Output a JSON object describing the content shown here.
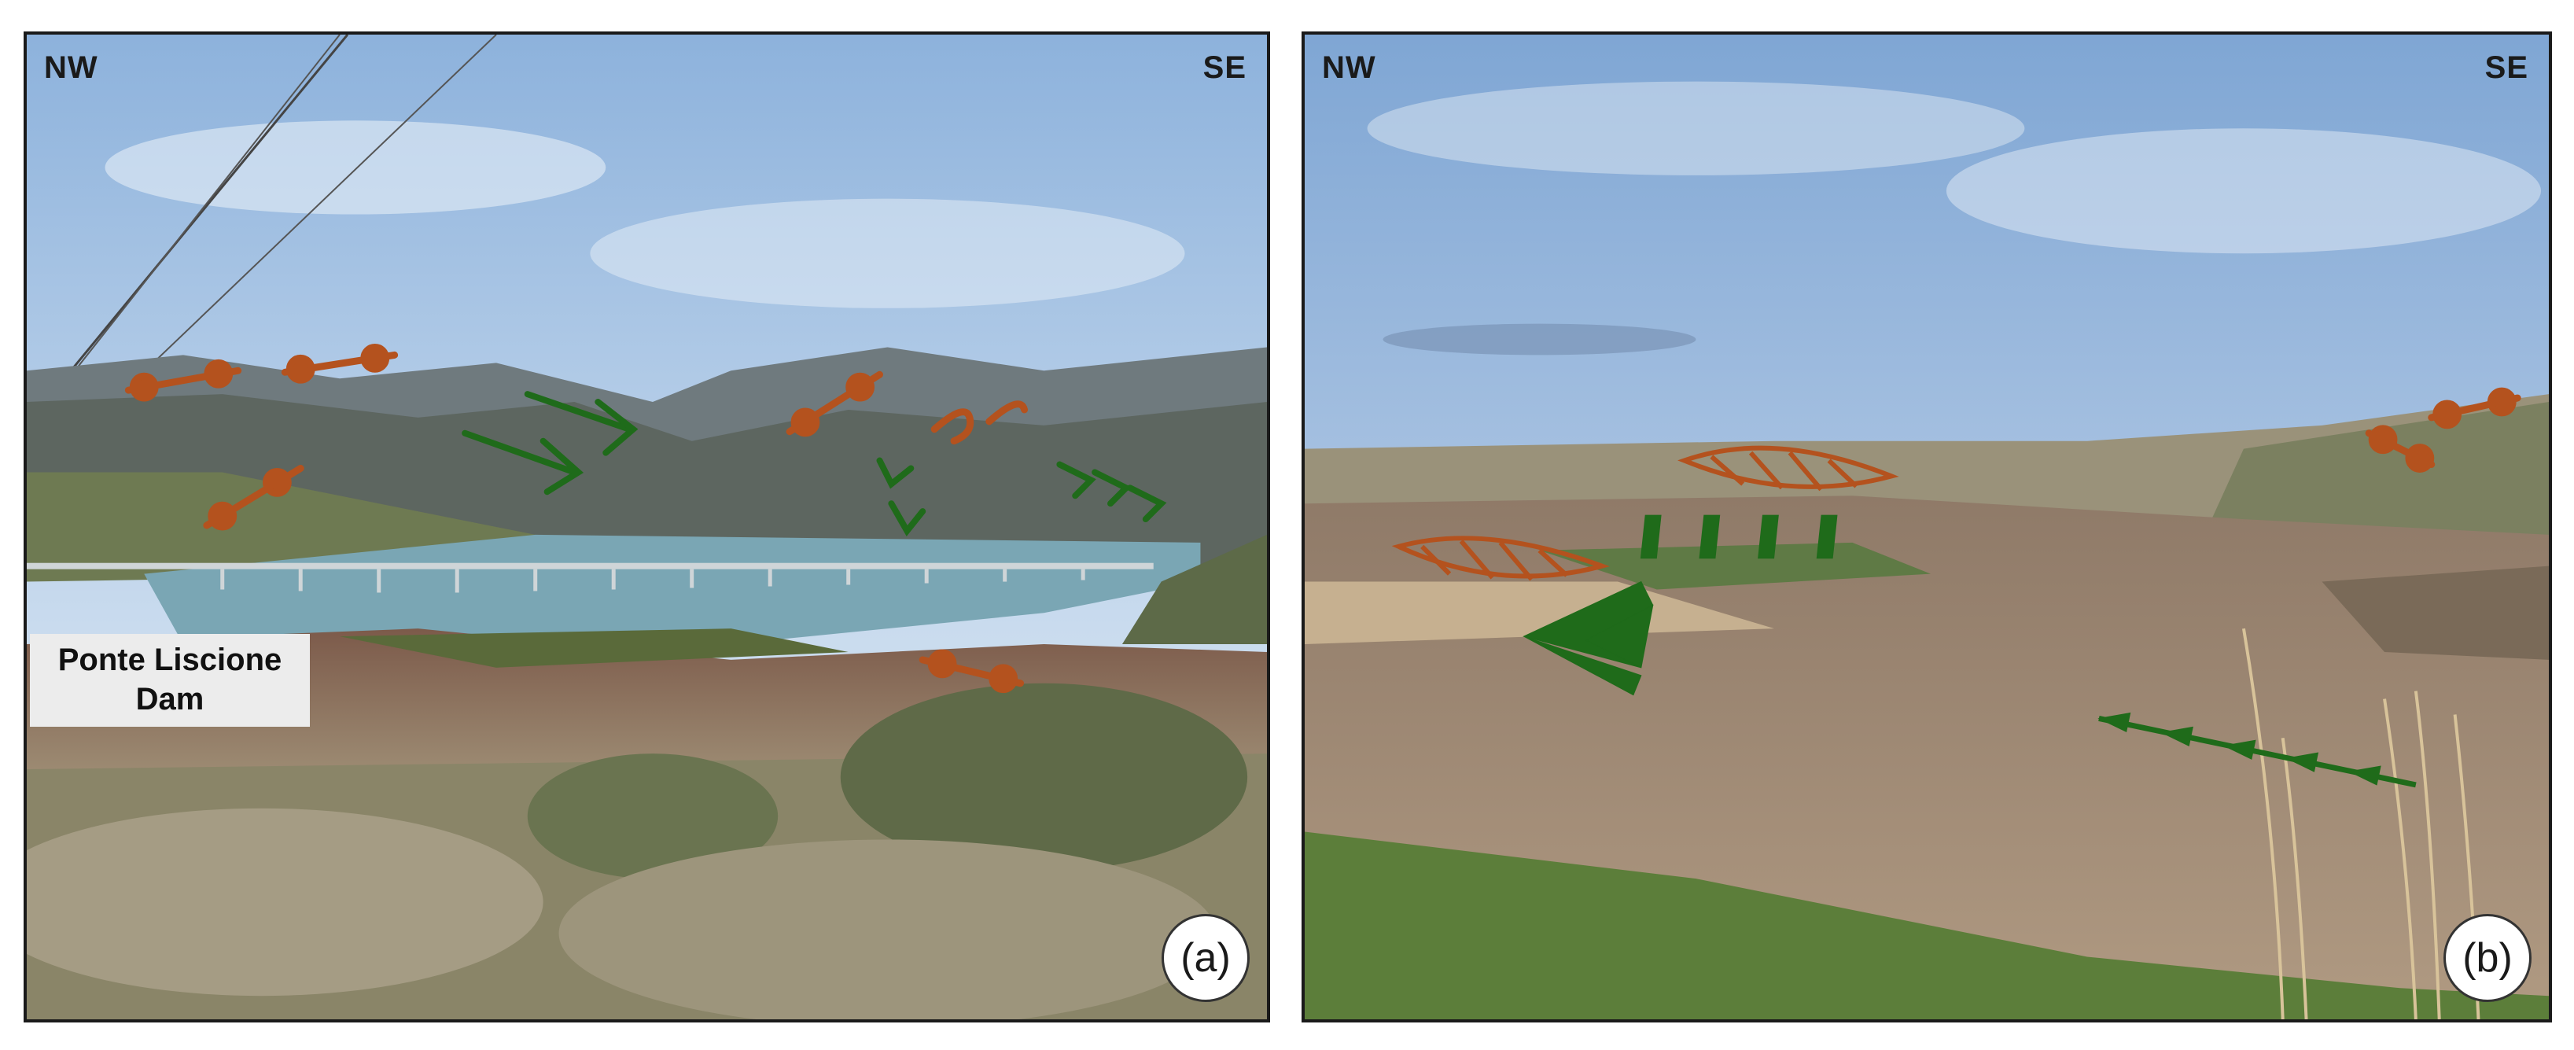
{
  "panels": [
    {
      "id": "a",
      "label": "(a)",
      "direction_left": "NW",
      "direction_right": "SE",
      "place_label_line1": "Ponte Liscione",
      "place_label_line2": "Dam"
    },
    {
      "id": "b",
      "label": "(b)",
      "direction_left": "NW",
      "direction_right": "SE"
    }
  ],
  "colors": {
    "symbol_brown": "#b4521e",
    "symbol_green": "#1f6b1a",
    "sky_top": "#8fb3dc",
    "lake": "#7aa6b4",
    "border": "#1a1a1a"
  }
}
